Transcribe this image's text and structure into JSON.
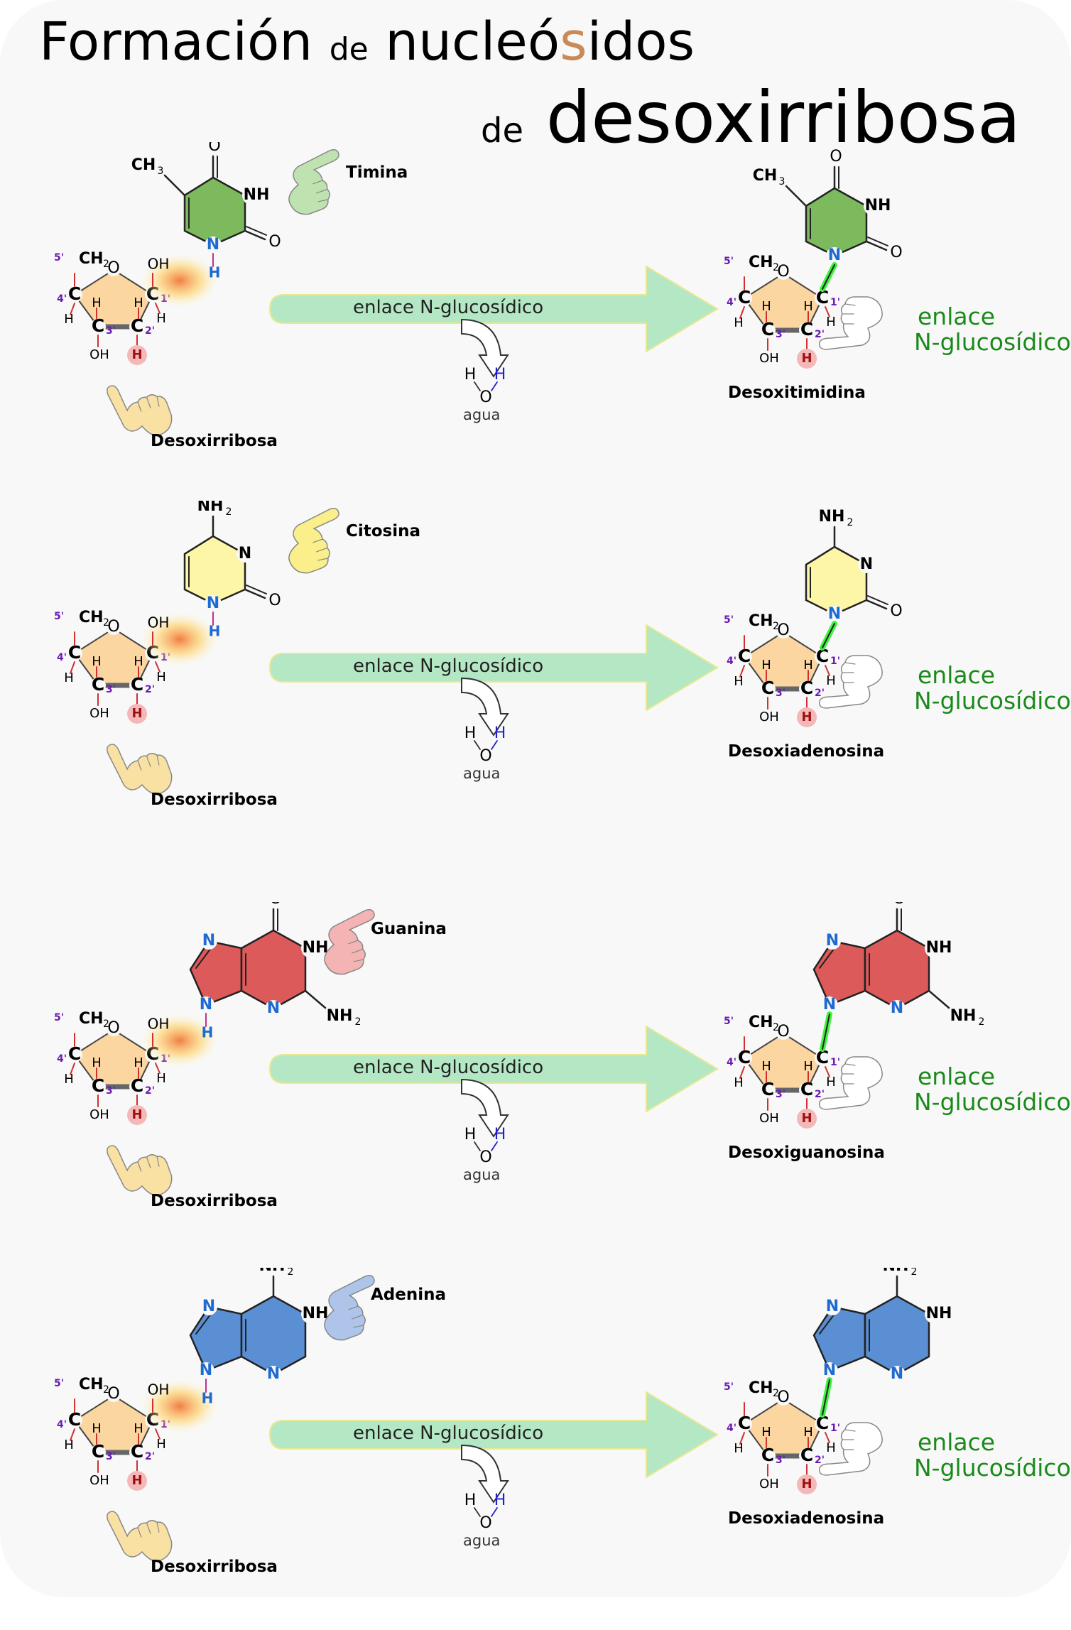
{
  "title": {
    "word1": "Formación",
    "word2": "de",
    "word3a": "nucleó",
    "word3b": "s",
    "word3c": "idos",
    "word4": "de",
    "word5": "desoxirribosa"
  },
  "colors": {
    "background": "#f8f8f8",
    "arrow": "#b4e8c5",
    "thymine": "#7cba5d",
    "cytosine": "#fdf6a6",
    "guanine": "#dd5a5a",
    "adenine": "#5b8fd4",
    "sugar": "#fbd6a0",
    "bond_highlight": "#3ef23e",
    "label_green": "#1a8a1a"
  },
  "sugar_labels": {
    "ch2": "CH",
    "ch2_sub": "2",
    "o": "O",
    "oh": "OH",
    "h": "H",
    "c": "C",
    "n": "N",
    "p5": "5'",
    "p4": "4'",
    "p3": "3'",
    "p2": "2'",
    "p1": "1'"
  },
  "water": {
    "h1": "H",
    "h2": "H",
    "o": "O",
    "label": "agua"
  },
  "bond_label": "enlace N-glucosídico",
  "bond_callout": {
    "line1": "enlace",
    "line2": "N-glucosídico"
  },
  "sugar_name": "Desoxirribosa",
  "rows": [
    {
      "base": "Timina",
      "product": "Desoxitimidina",
      "base_key": "thymine",
      "atoms": {
        "ch3": "CH",
        "ch3_sub": "3",
        "o": "O",
        "nh": "NH",
        "n": "N",
        "h": "H"
      }
    },
    {
      "base": "Citosina",
      "product": "Desoxiadenosina",
      "base_key": "cytosine",
      "atoms": {
        "nh2": "NH",
        "nh2_sub": "2",
        "n": "N",
        "o": "O",
        "h": "H"
      }
    },
    {
      "base": "Guanina",
      "product": "Desoxiguanosina",
      "base_key": "guanine",
      "atoms": {
        "o": "O",
        "nh": "NH",
        "nh2": "NH",
        "nh2_sub": "2",
        "n": "N",
        "h": "H"
      }
    },
    {
      "base": "Adenina",
      "product": "Desoxiadenosina",
      "base_key": "adenine",
      "atoms": {
        "nh2": "NH",
        "nh2_sub": "2",
        "nh": "NH",
        "n": "N",
        "h": "H"
      }
    }
  ],
  "icons": [
    "pointing-hand-icon",
    "curved-arrow-icon",
    "right-arrow-icon"
  ]
}
